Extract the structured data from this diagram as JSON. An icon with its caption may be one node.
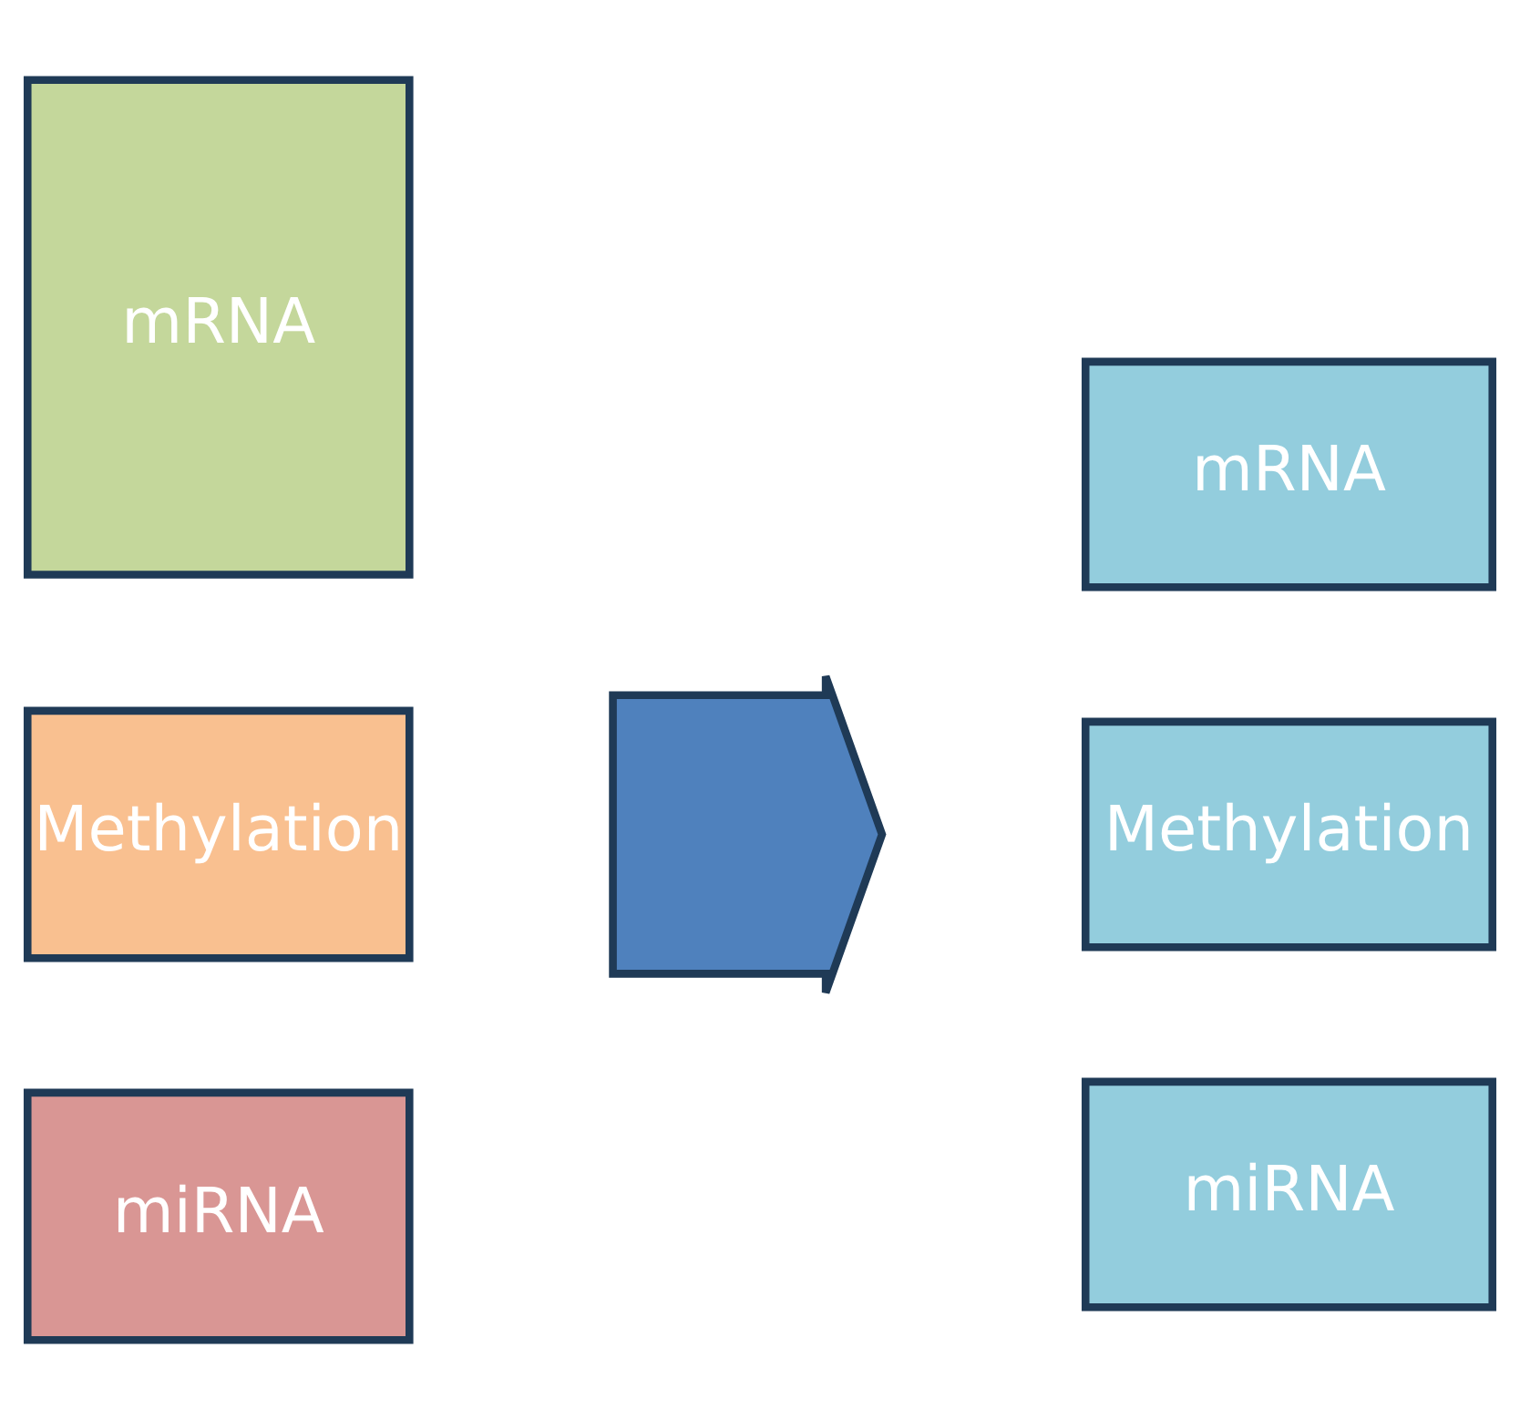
{
  "diagram": {
    "nodes": [
      {
        "text": [
          "mRNA"
        ]
      },
      {
        "text": [
          "Methylation"
        ]
      },
      {
        "text": [
          "miRNA"
        ]
      },
      {
        "text": [],
        "shape": "arrow"
      },
      {
        "text": [
          "mRNA"
        ]
      },
      {
        "text": [
          "Methylation"
        ]
      },
      {
        "text": [
          "miRNA"
        ]
      }
    ],
    "edges": []
  }
}
